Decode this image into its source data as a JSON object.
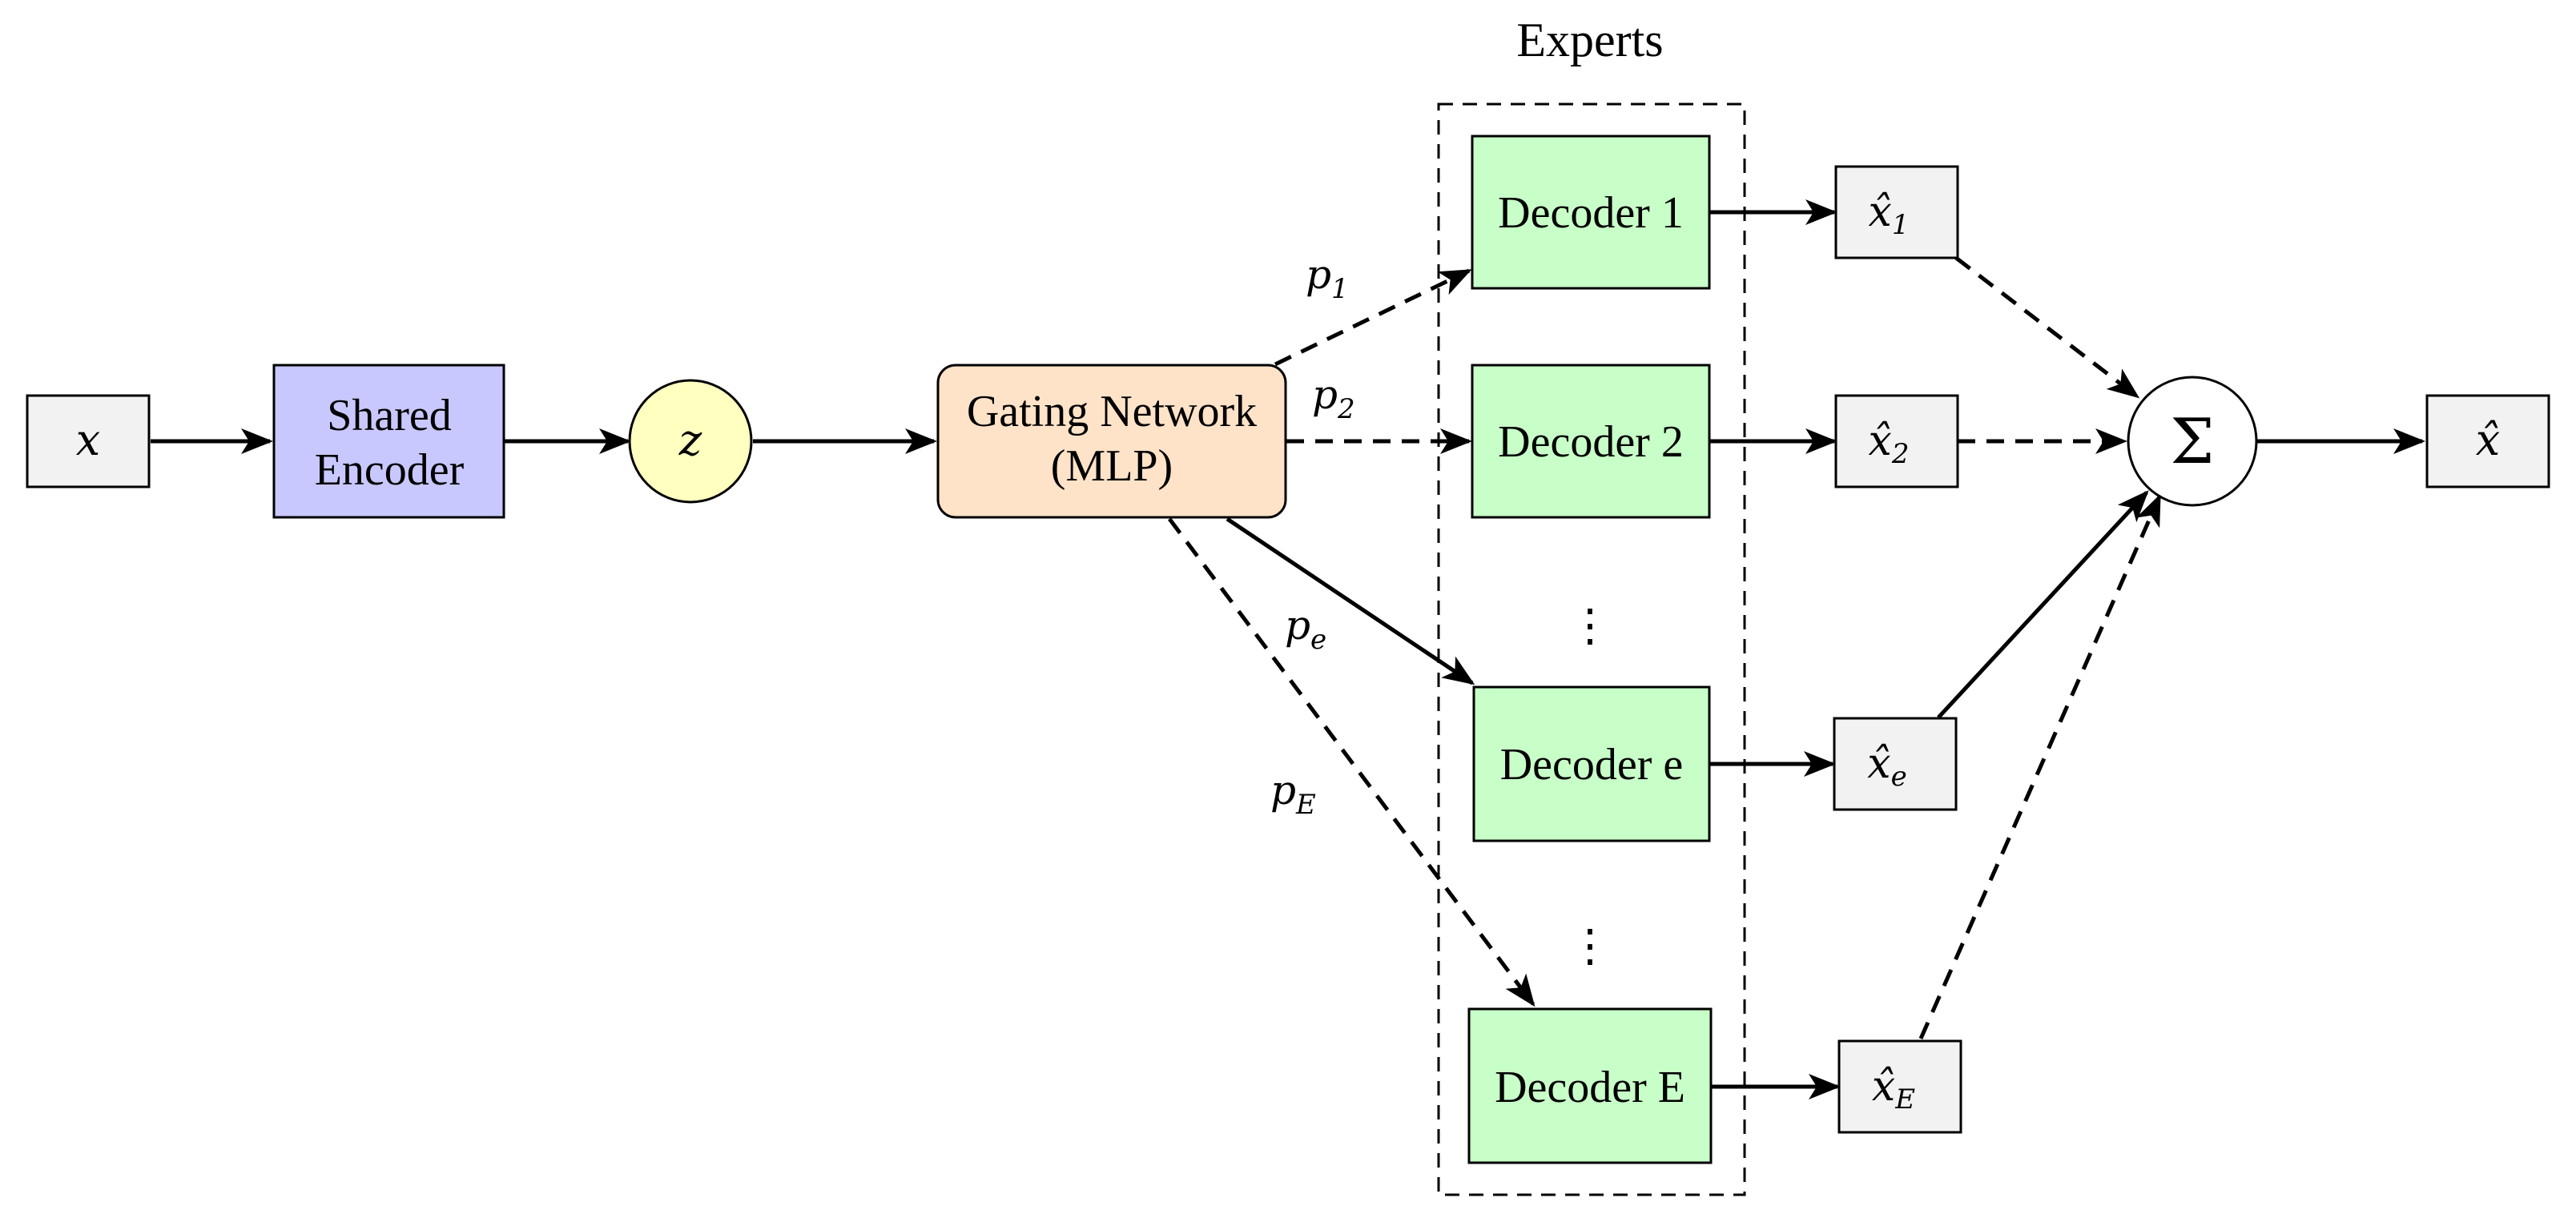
{
  "title": "Experts",
  "nodes": {
    "input": {
      "main": "x",
      "sub": ""
    },
    "encoder": {
      "line1": "Shared",
      "line2": "Encoder"
    },
    "latent": {
      "main": "z",
      "sub": ""
    },
    "gating": {
      "line1": "Gating Network",
      "line2": "(MLP)"
    },
    "decoders": [
      "Decoder 1",
      "Decoder 2",
      "Decoder e",
      "Decoder E"
    ],
    "outputs": [
      {
        "main": "x̂",
        "sub": "1"
      },
      {
        "main": "x̂",
        "sub": "2"
      },
      {
        "main": "x̂",
        "sub": "e"
      },
      {
        "main": "x̂",
        "sub": "E"
      }
    ],
    "sum": "Σ",
    "final": {
      "main": "x̂",
      "sub": ""
    },
    "ellipsis": "⋮"
  },
  "edge_labels": [
    {
      "main": "p",
      "sub": "1"
    },
    {
      "main": "p",
      "sub": "2"
    },
    {
      "main": "p",
      "sub": "e"
    },
    {
      "main": "p",
      "sub": "E"
    }
  ],
  "colors": {
    "encoder": "#c8c8ff",
    "latent": "#ffffc0",
    "gating": "#ffe3c8",
    "decoder": "#c8ffc8",
    "io": "#f2f2f2",
    "line": "#000000"
  }
}
